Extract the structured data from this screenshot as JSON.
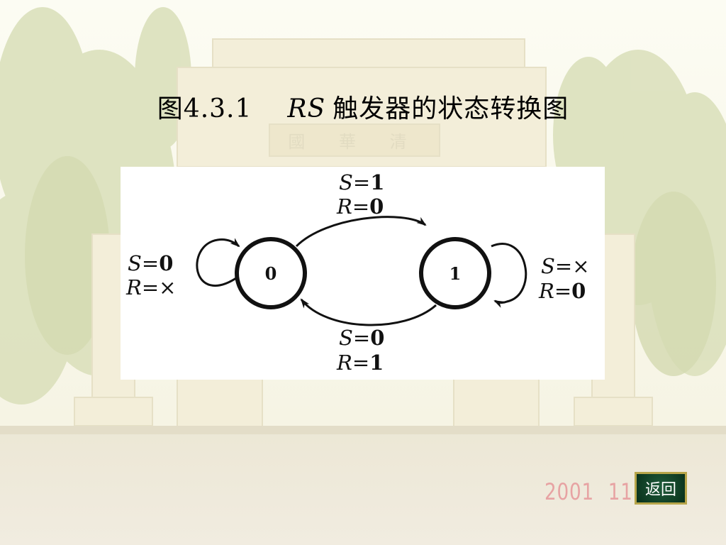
{
  "slide": {
    "title_number": "图4.3.1",
    "title_rs": "RS",
    "title_text": "触发器的状态转换图",
    "gate_sign": "國 華 清",
    "date_year": "2001",
    "date_month": "11",
    "back_label": "返回"
  },
  "diagram": {
    "states": [
      {
        "label": "0"
      },
      {
        "label": "1"
      }
    ],
    "transitions": [
      {
        "from": "0",
        "to": "1",
        "S": "1",
        "R": "0"
      },
      {
        "from": "1",
        "to": "0",
        "S": "0",
        "R": "1"
      },
      {
        "from": "0",
        "to": "0",
        "S": "0",
        "R": "×"
      },
      {
        "from": "1",
        "to": "1",
        "S": "×",
        "R": "0"
      }
    ],
    "var_s": "S",
    "var_r": "R",
    "eq": "="
  },
  "colors": {
    "sky": "#fbfbf1",
    "foliage": "#dfe3c2",
    "gate": "#f4efd8",
    "road": "#eee9d8",
    "date": "#e7a3a3",
    "button_bg": "#0f3d24",
    "button_border": "#b7a54a"
  }
}
